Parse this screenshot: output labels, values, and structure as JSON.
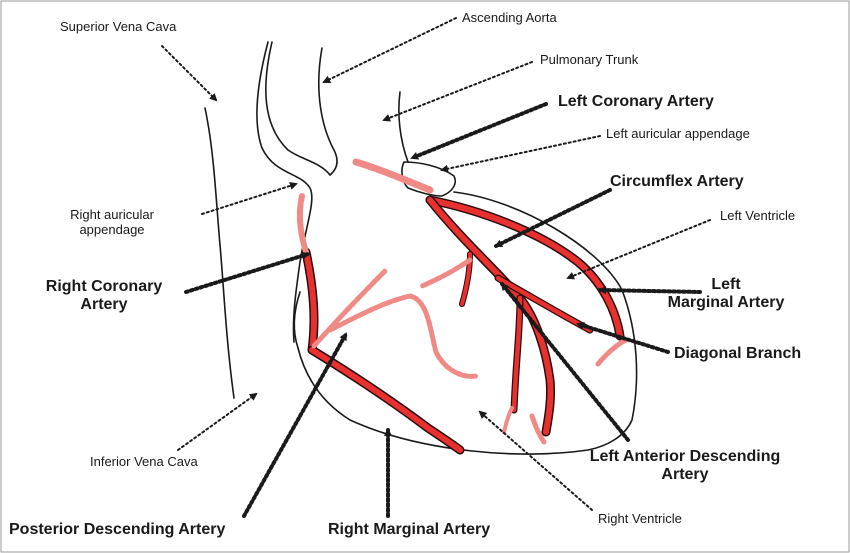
{
  "labels": {
    "superior_vena_cava": "Superior Vena Cava",
    "ascending_aorta": "Ascending Aorta",
    "pulmonary_trunk": "Pulmonary Trunk",
    "left_coronary_artery": "Left Coronary Artery",
    "left_auricular_appendage": "Left auricular appendage",
    "circumflex_artery": "Circumflex Artery",
    "left_ventricle": "Left Ventricle",
    "right_auricular_appendage_line1": "Right auricular",
    "right_auricular_appendage_line2": "appendage",
    "right_coronary_artery_line1": "Right Coronary",
    "right_coronary_artery_line2": "Artery",
    "left_marginal_artery_line1": "Left",
    "left_marginal_artery_line2": "Marginal Artery",
    "diagonal_branch": "Diagonal Branch",
    "inferior_vena_cava": "Inferior Vena Cava",
    "lad_line1": "Left Anterior Descending",
    "lad_line2": "Artery",
    "posterior_descending_artery": "Posterior Descending Artery",
    "right_marginal_artery": "Right Marginal Artery",
    "right_ventricle": "Right Ventricle"
  },
  "colors": {
    "artery_red": "#e8312f",
    "artery_pink": "#f08a86",
    "outline": "#1a1a1a",
    "frame": "#9a9a9a"
  }
}
